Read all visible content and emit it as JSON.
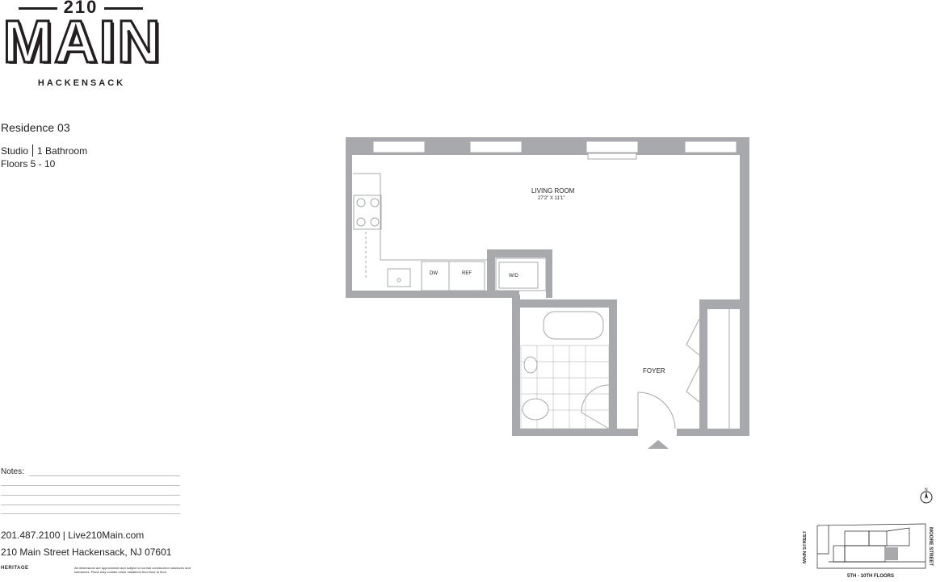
{
  "brand": {
    "number": "210",
    "name": "MAIN",
    "city": "HACKENSACK"
  },
  "residence": {
    "title": "Residence 03",
    "type": "Studio",
    "bathrooms": "1 Bathroom",
    "floors": "Floors 5 - 10"
  },
  "notes": {
    "label": "Notes:"
  },
  "contact": {
    "phone_web": "201.487.2100 | Live210Main.com",
    "address": "210 Main Street Hackensack, NJ 07601"
  },
  "legal": {
    "logos": "HERITAGE",
    "disclaimer": "All dimensions are approximate and subject to normal construction variances and tolerances. Plans may contain minor variations from floor to floor."
  },
  "plan": {
    "living_room": "LIVING ROOM",
    "living_room_dims": "27'2\" X 11'1\"",
    "foyer": "FOYER",
    "dw": "DW",
    "ref": "REF",
    "wd": "W/D"
  },
  "compass": {
    "label": "N"
  },
  "keyplan": {
    "caption": "5TH - 10TH FLOORS",
    "street_left": "MAIN STREET",
    "street_right": "MOORE STREET"
  }
}
